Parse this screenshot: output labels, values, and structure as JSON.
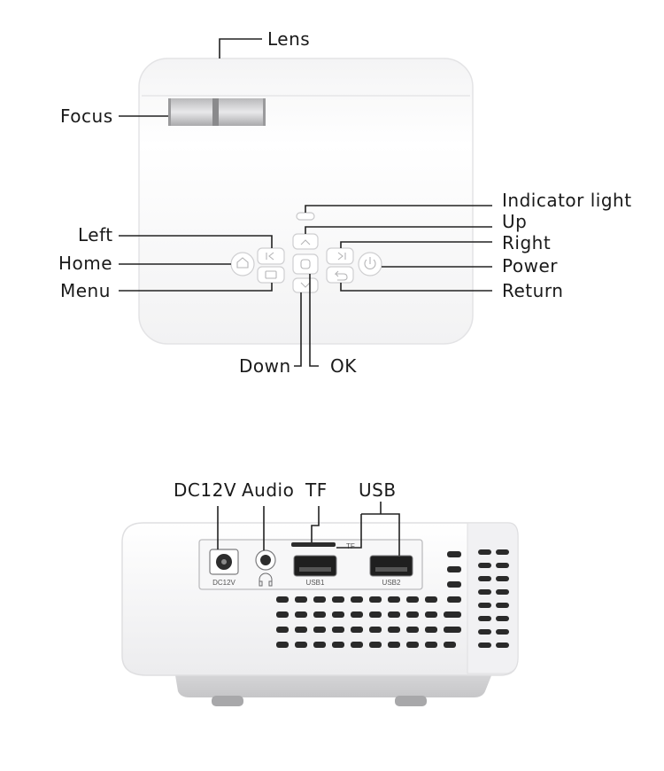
{
  "top_view": {
    "labels": {
      "lens": "Lens",
      "focus": "Focus",
      "indicator_light": "Indicator light",
      "up": "Up",
      "right": "Right",
      "power": "Power",
      "return": "Return",
      "left": "Left",
      "home": "Home",
      "menu": "Menu",
      "down": "Down",
      "ok": "OK"
    }
  },
  "rear_view": {
    "labels": {
      "dc12v": "DC12V",
      "audio": "Audio",
      "tf": "TF",
      "usb": "USB"
    },
    "panel_text": {
      "dc12v": "DC12V",
      "tf": "TF",
      "usb1": "USB1",
      "usb2": "USB2"
    }
  },
  "colors": {
    "body": "#fbfbfb",
    "body_edge": "#e2e2e4",
    "vent": "#2a2a2a",
    "port": "#3a3a3a",
    "line": "#222222"
  }
}
